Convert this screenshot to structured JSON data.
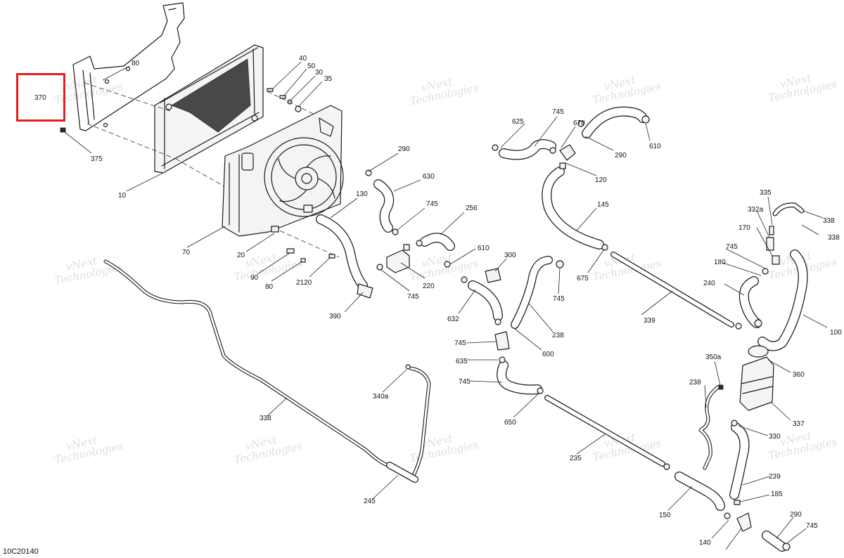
{
  "diagram_code": "10C20140",
  "watermark": {
    "line1": "vNext",
    "line2": "Technologies",
    "full": "vNext Technologies"
  },
  "highlight": {
    "label": "370",
    "color": "#e01e24"
  },
  "callouts": [
    "80",
    "375",
    "10",
    "40",
    "50",
    "30",
    "35",
    "70",
    "20",
    "90",
    "80",
    "2120",
    "130",
    "290",
    "630",
    "745",
    "256",
    "220",
    "745",
    "390",
    "610",
    "632",
    "625",
    "745",
    "670",
    "290",
    "610",
    "120",
    "145",
    "300",
    "745",
    "675",
    "238",
    "600",
    "745",
    "635",
    "745",
    "650",
    "339",
    "335",
    "332a",
    "338",
    "338",
    "170",
    "745",
    "180",
    "240",
    "100",
    "360",
    "350a",
    "238",
    "330",
    "337",
    "338",
    "340a",
    "245",
    "235",
    "239",
    "185",
    "150",
    "290",
    "745",
    "140"
  ]
}
